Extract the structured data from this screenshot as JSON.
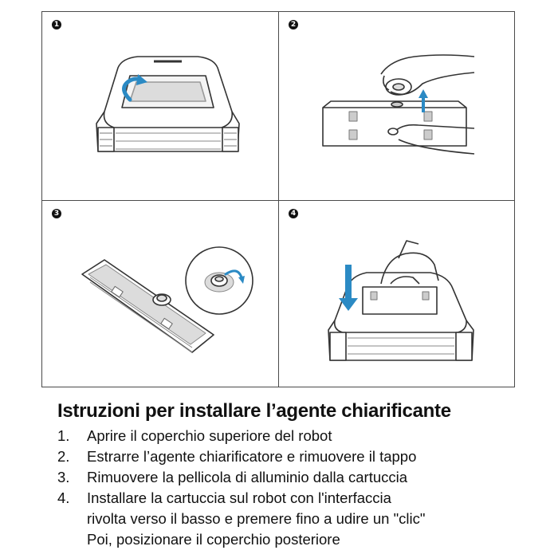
{
  "panels": [
    {
      "number": "1",
      "image": "robot-open-lid"
    },
    {
      "number": "2",
      "image": "remove-cartridge-cap"
    },
    {
      "number": "3",
      "image": "peel-foil-cartridge"
    },
    {
      "number": "4",
      "image": "insert-cartridge-robot"
    }
  ],
  "colors": {
    "arrow": "#2b8ac4",
    "line": "#333333",
    "fill": "#dcdcdc"
  },
  "title": "Istruzioni per installare l’agente chiarificante",
  "steps": [
    {
      "number": "1.",
      "text": "Aprire il coperchio superiore del robot"
    },
    {
      "number": "2.",
      "text": "Estrarre l’agente chiarificatore e rimuovere il tappo"
    },
    {
      "number": "3.",
      "text": "Rimuovere la pellicola di alluminio dalla cartuccia"
    },
    {
      "number": "4.",
      "text": "Installare la cartuccia sul robot con l'interfaccia",
      "line2": "rivolta verso il basso e premere fino a udire un \"clic\"",
      "line3": "Poi, posizionare il coperchio posteriore"
    }
  ]
}
